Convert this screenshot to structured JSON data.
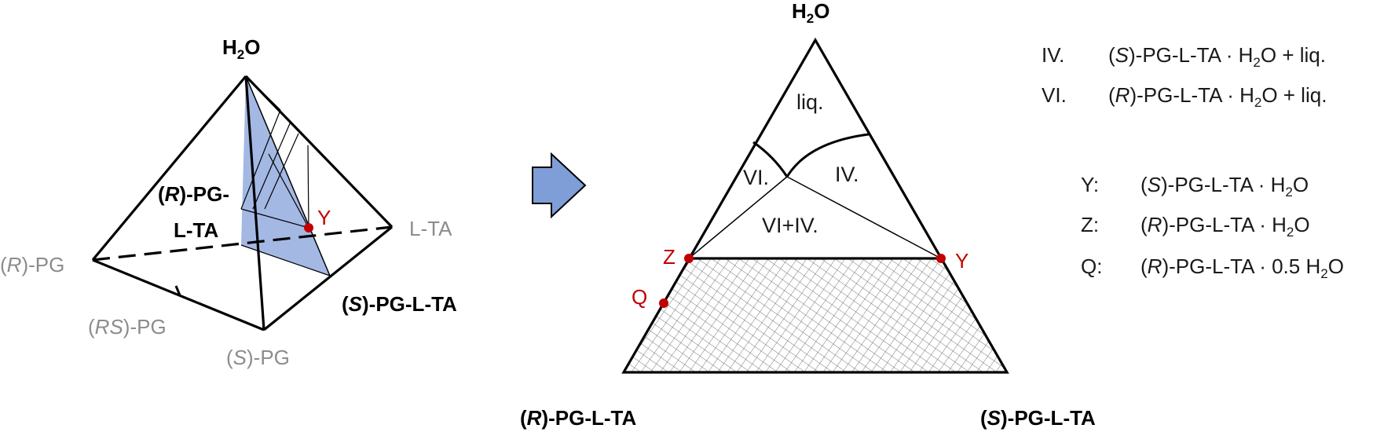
{
  "left_diagram": {
    "apex_label": "H2O",
    "plane_label_line1": "(R)-PG-",
    "plane_label_line2": "L-TA",
    "point_Y": "Y",
    "vertex_L_TA": "L-TA",
    "vertex_R_PG": "(R)-PG",
    "vertex_RS_PG": "(RS)-PG",
    "vertex_S_PG": "(S)-PG",
    "S_PG_L_TA": "(S)-PG-L-TA",
    "plane_color": "#9fb4e3"
  },
  "arrow": {
    "color": "#7f9dd6",
    "name": "right-arrow"
  },
  "right_diagram": {
    "apex_label": "H2O",
    "region_liq": "liq.",
    "region_VI": "VI.",
    "region_IV": "IV.",
    "region_VI_IV": "VI+IV.",
    "point_Z": "Z",
    "point_Y": "Y",
    "point_Q": "Q",
    "bottom_left": "(R)-PG-L-TA",
    "bottom_right": "(S)-PG-L-TA",
    "point_color": "#c00000"
  },
  "legend_regions": [
    {
      "key": "IV.",
      "value": "(S)-PG-L-TA · H2O + liq."
    },
    {
      "key": "VI.",
      "value": "(R)-PG-L-TA · H2O + liq."
    }
  ],
  "legend_points": [
    {
      "key": "Y:",
      "value": "(S)-PG-L-TA · H2O"
    },
    {
      "key": "Z:",
      "value": "(R)-PG-L-TA · H2O"
    },
    {
      "key": "Q:",
      "value": "(R)-PG-L-TA · 0.5 H2O"
    }
  ]
}
